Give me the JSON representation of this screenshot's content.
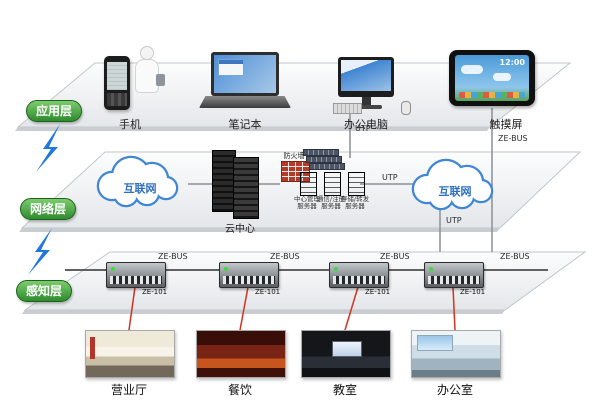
{
  "diagram": {
    "layer_pills": [
      {
        "label": "应用层"
      },
      {
        "label": "网络层"
      },
      {
        "label": "感知层"
      }
    ],
    "app": {
      "phone_label": "手机",
      "laptop_label": "笔记本",
      "pc_label": "办公电脑",
      "touchscreen_label": "触摸屏",
      "tablet_time": "12:00"
    },
    "network": {
      "cloud_left": "互联网",
      "cloud_right": "互联网",
      "cloud_center_label": "云中心",
      "firewall_label": "防火墙",
      "servers": [
        {
          "line1": "中心管理",
          "line2": "服务器"
        },
        {
          "line1": "通信/注册",
          "line2": "服务器"
        },
        {
          "line1": "存储/转发",
          "line2": "服务器"
        }
      ]
    },
    "perception": {
      "controllers": [
        {
          "model": "ZE-101"
        },
        {
          "model": "ZE-101"
        },
        {
          "model": "ZE-101"
        },
        {
          "model": "ZE-101"
        }
      ],
      "rooms": [
        {
          "label": "营业厅"
        },
        {
          "label": "餐饮"
        },
        {
          "label": "教室"
        },
        {
          "label": "办公室"
        }
      ]
    },
    "labels": {
      "utp": "UTP",
      "zebus": "ZE-BUS"
    }
  }
}
